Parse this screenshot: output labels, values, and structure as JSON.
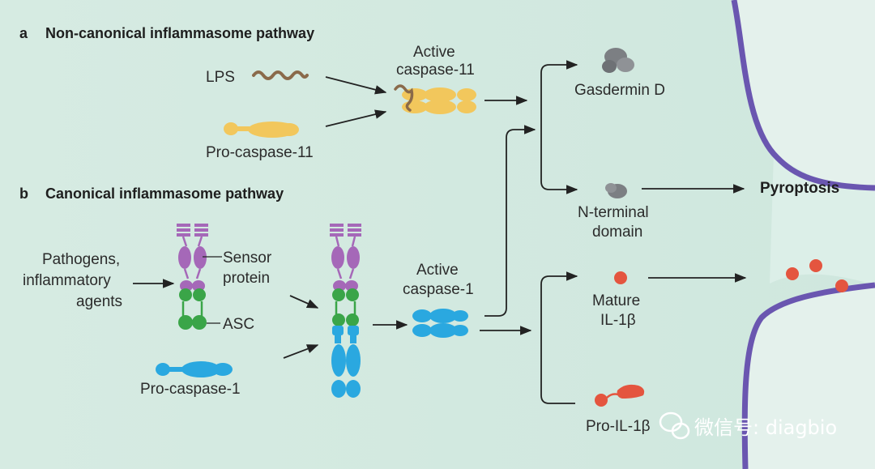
{
  "panel_a": {
    "letter": "a",
    "title": "Non-canonical inflammasome pathway"
  },
  "panel_b": {
    "letter": "b",
    "title": "Canonical inflammasome pathway"
  },
  "labels": {
    "lps": "LPS",
    "active_casp11_l1": "Active",
    "active_casp11_l2": "caspase-11",
    "pro_casp11": "Pro-caspase-11",
    "gasdermin": "Gasdermin D",
    "nterm_l1": "N-terminal",
    "nterm_l2": "domain",
    "pyroptosis": "Pyroptosis",
    "pathogens_l1": "Pathogens,",
    "pathogens_l2": "inflammatory",
    "pathogens_l3": "agents",
    "sensor_l1": "Sensor",
    "sensor_l2": "protein",
    "asc": "ASC",
    "pro_casp1": "Pro-caspase-1",
    "active_casp1_l1": "Active",
    "active_casp1_l2": "caspase-1",
    "mature_l1": "Mature",
    "mature_l2": "IL-1β",
    "pro_il1b": "Pro-IL-1β"
  },
  "watermark": {
    "text": "微信号: diagbio",
    "icon": "wechat-icon"
  },
  "colors": {
    "background": "#d9ece4",
    "membrane": "#6a56b0",
    "caspase11": "#f2c75c",
    "caspase1": "#2aa8e0",
    "sensor": "#a568b8",
    "asc": "#3aa548",
    "gasdermin": "#7c7f83",
    "il1b": "#e4553f",
    "lps": "#8a6a4a"
  }
}
